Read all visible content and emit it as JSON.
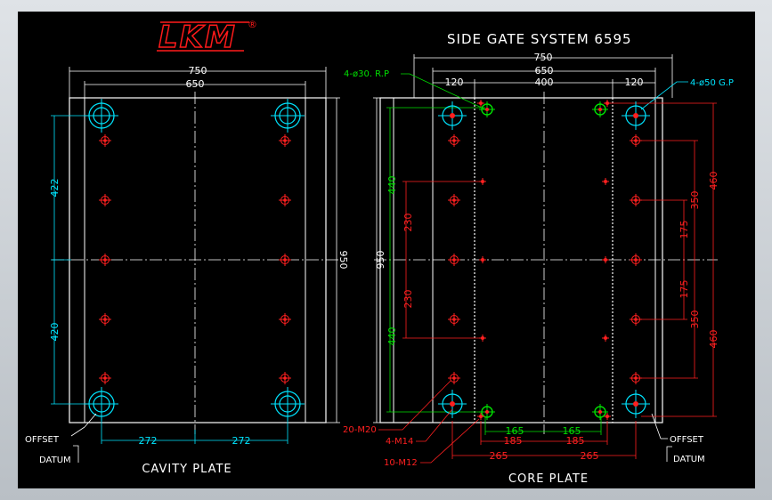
{
  "title": "SIDE GATE SYSTEM 6595",
  "logo_text": "LKM",
  "logo_mark": "®",
  "cavity": {
    "caption": "CAVITY PLATE",
    "dim_overall_w": "750",
    "dim_inner_w": "650",
    "dim_height": "950",
    "dim_top_half": "422",
    "dim_bottom_half": "420",
    "dim_left_272": "272",
    "dim_right_272": "272",
    "offset_label": "OFFSET",
    "datum_label": "DATUM"
  },
  "core": {
    "caption": "CORE PLATE",
    "dim_overall_w": "750",
    "dim_inner_w": "650",
    "dim_120_left": "120",
    "dim_400": "400",
    "dim_120_right": "120",
    "dim_height": "950",
    "rp_label": "4-ø30. R.P",
    "gp_label": "4-ø50 G.P",
    "dim_440_top": "440",
    "dim_440_bottom": "440",
    "dim_230_top": "230",
    "dim_230_bottom": "230",
    "dim_460_top": "460",
    "dim_460_bottom": "460",
    "dim_350_top": "350",
    "dim_350_bottom": "350",
    "dim_175_top": "175",
    "dim_175_bottom": "175",
    "dim_165_left": "165",
    "dim_165_right": "165",
    "dim_185_left": "185",
    "dim_185_right": "185",
    "dim_265_left": "265",
    "dim_265_right": "265",
    "m20_label": "20-M20",
    "m14_label": "4-M14",
    "m12_label": "10-M12",
    "offset_label": "OFFSET",
    "datum_label": "DATUM"
  },
  "colors": {
    "background": "#000000",
    "outline": "#ffffff",
    "dimension_cyan": "#00e5ff",
    "dimension_green": "#00e000",
    "dimension_red": "#ff2020",
    "logo_red": "#ff1a1a"
  }
}
